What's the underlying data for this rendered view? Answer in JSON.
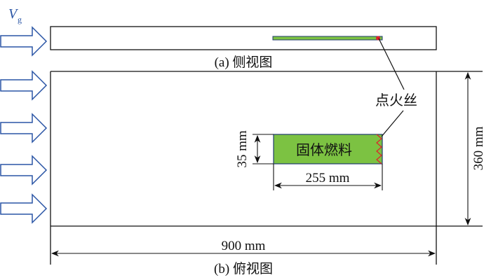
{
  "velocity_label": {
    "main": "V",
    "sub": "g"
  },
  "captions": {
    "side_view": "(a) 侧视图",
    "top_view": "(b) 俯视图"
  },
  "labels": {
    "igniter": "点火丝",
    "fuel": "固体燃料"
  },
  "dimensions": {
    "fuel_width": "35 mm",
    "fuel_length": "255 mm",
    "domain_width": "360 mm",
    "domain_length": "900 mm"
  },
  "colors": {
    "arrow": "#2a55a5",
    "fuel": "#7cc242",
    "fuel_border": "#1f3a6e",
    "igniter": "#e0202a"
  }
}
